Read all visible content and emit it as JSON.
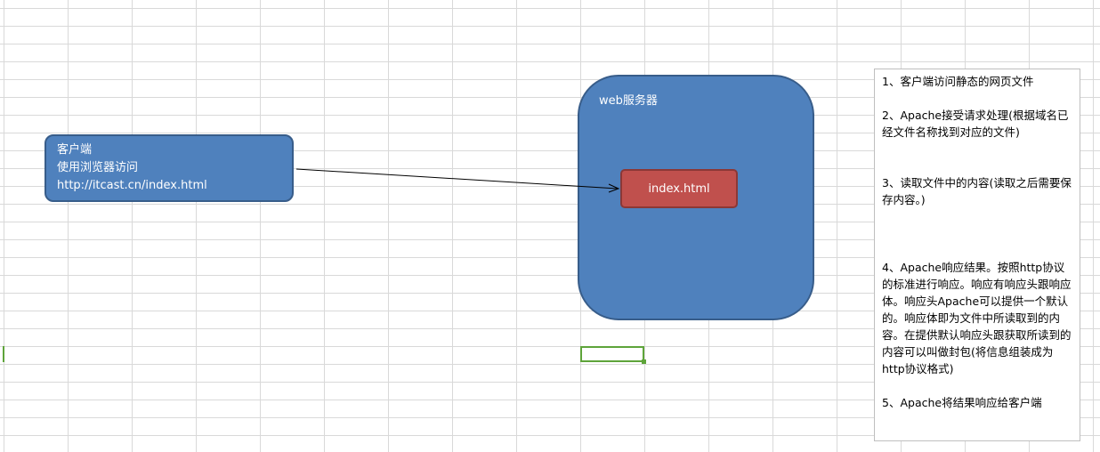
{
  "client": {
    "line1": "客户端",
    "line2": "使用浏览器访问",
    "line3": "http://itcast.cn/index.html"
  },
  "server": {
    "title": "web服务器",
    "file": "index.html"
  },
  "notes": [
    "1、客户端访问静态的网页文件",
    "2、Apache接受请求处理(根据域名已经文件名称找到对应的文件)",
    "3、读取文件中的内容(读取之后需要保存内容。)",
    "4、Apache响应结果。按照http协议的标准进行响应。响应有响应头跟响应体。响应头Apache可以提供一个默认的。响应体即为文件中所读取到的内容。在提供默认响应头跟获取所读到的内容可以叫做封包(将信息组装成为http协议格式)",
    "5、Apache将结果响应给客户端"
  ],
  "colors": {
    "client_fill": "#4f81bd",
    "server_fill": "#4f81bd",
    "file_fill": "#c0504d",
    "grid": "#d9d9d9",
    "selection": "#5ea43a"
  }
}
